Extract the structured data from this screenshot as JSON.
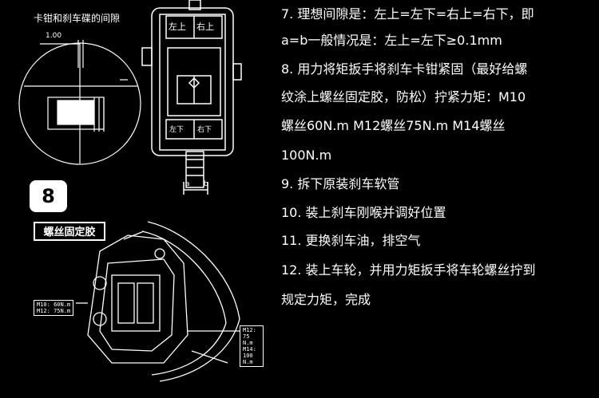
{
  "diagram": {
    "caption": "卡钳和刹车碟的间隙",
    "dimension": "1.00",
    "upper_left": "左上",
    "upper_right": "右上",
    "lower_left": "左下",
    "lower_right": "右下",
    "mark_a": "a",
    "mark_b": "b"
  },
  "step8": {
    "badge": "8",
    "tag": "螺丝固定胶",
    "torque_left": [
      "M10: 60N.m",
      "M12: 75N.m"
    ],
    "torque_right": [
      "M12: 75 N.m",
      "M14: 100 N.m"
    ]
  },
  "steps": [
    "7.  理想间隙是：左上=左下=右上=右下，即",
    "a=b一般情况是：左上=左下≥0.1mm",
    "8.  用力将矩扳手将刹车卡钳紧固（最好给螺",
    "纹涂上螺丝固定胶，防松）拧紧力矩：M10",
    "螺丝60N.m   M12螺丝75N.m   M14螺丝",
    "100N.m",
    "9.  拆下原装刹车软管",
    "10. 装上刹车刚喉并调好位置",
    "11. 更换刹车油，排空气",
    "12. 装上车轮，并用力矩扳手将车轮螺丝拧到",
    "规定力矩，完成"
  ]
}
